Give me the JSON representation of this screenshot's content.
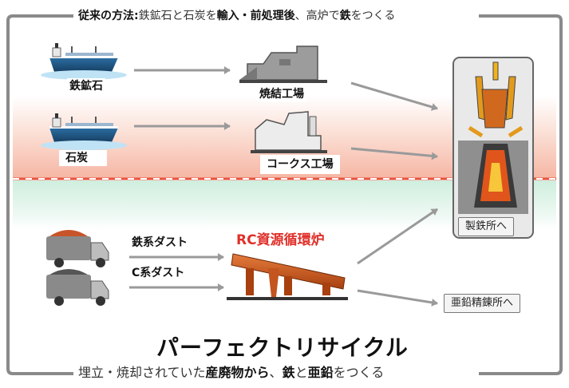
{
  "header": {
    "prefix": "従来の方法:",
    "p1": "鉄鉱石と石炭を",
    "b1": "輸入・前処理後",
    "p2": "、高炉で",
    "b2": "鉄",
    "p3": "をつくる"
  },
  "labels": {
    "iron_ore": "鉄鉱石",
    "coal": "石炭",
    "sinter_plant": "焼結工場",
    "coke_plant": "コークス工場",
    "iron_dust": "鉄系ダスト",
    "c_dust": "C系ダスト",
    "rc_furnace": "RC資源循環炉",
    "to_steelworks": "製鉄所へ",
    "to_zinc_refinery": "亜鉛精錬所へ",
    "perfect_recycle": "パーフェクトリサイクル"
  },
  "footer": {
    "p1": "埋立・焼却されていた",
    "b1": "産廃物から",
    "p2": "、",
    "b2": "鉄",
    "p3": "と",
    "b3": "亜鉛",
    "p4": "をつくる"
  },
  "colors": {
    "band_red": "#f6b6a4",
    "band_green": "#cfeede",
    "divider_red": "#e8523c",
    "ship_hull": "#1f5a8a",
    "furnace": "#c4551e",
    "arrow": "#9a9a9a"
  }
}
